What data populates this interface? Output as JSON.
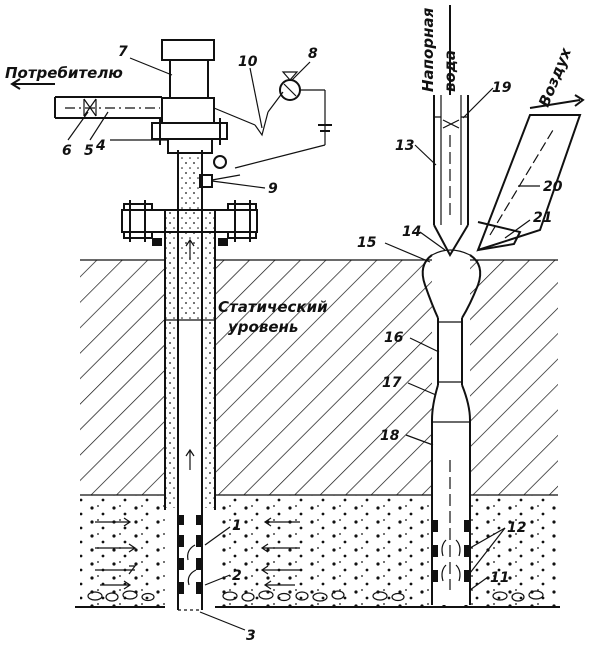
{
  "labels": {
    "consumer": "Потребителю",
    "static_level_1": "Статический",
    "static_level_2": "уровень",
    "pressure_water_1": "Напорная",
    "pressure_water_2": "вода",
    "air": "Воздух"
  },
  "numbers": {
    "n1": "1",
    "n2": "2",
    "n3": "3",
    "n4": "4",
    "n5": "5",
    "n6": "6",
    "n7": "7",
    "n8": "8",
    "n9": "9",
    "n10": "10",
    "n11": "11",
    "n12": "12",
    "n13": "13",
    "n14": "14",
    "n15": "15",
    "n16": "16",
    "n17": "17",
    "n18": "18",
    "n19": "19",
    "n20": "20",
    "n21": "21"
  }
}
